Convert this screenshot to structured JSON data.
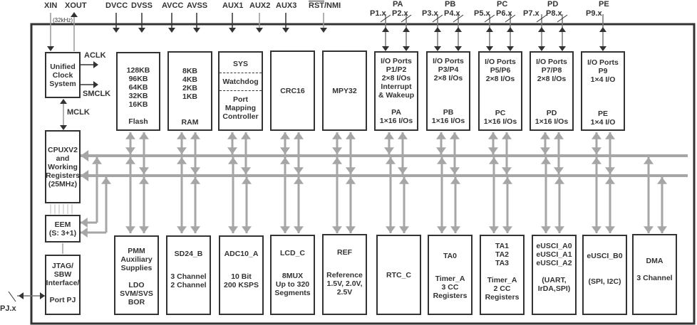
{
  "colors": {
    "outline": "#333333",
    "bus": "#a6a6a6",
    "signal": "#333333"
  },
  "top_pins": {
    "xin": "XIN",
    "xout": "XOUT",
    "freq": "(32kHz)",
    "dvcc": "DVCC",
    "dvss": "DVSS",
    "avcc": "AVCC",
    "avss": "AVSS",
    "aux1": "AUX1",
    "aux2": "AUX2",
    "aux3": "AUX3",
    "rst_bar": "RST",
    "rst_rest": "/NMI"
  },
  "ports": {
    "pa": {
      "name": "PA",
      "p_a": "P1.x",
      "p_b": "P2.x"
    },
    "pb": {
      "name": "PB",
      "p_a": "P3.x",
      "p_b": "P4.x"
    },
    "pc": {
      "name": "PC",
      "p_a": "P5.x",
      "p_b": "P6.x"
    },
    "pd": {
      "name": "PD",
      "p_a": "P7.x",
      "p_b": "P8.x"
    },
    "pe": {
      "name": "PE",
      "p_a": "P9.x"
    },
    "pj": "PJ.x"
  },
  "clock": {
    "lines": [
      "Unified",
      "Clock",
      "System"
    ],
    "aclk": "ACLK",
    "smclk": "SMCLK",
    "mclk": "MCLK"
  },
  "top_blocks": {
    "flash": {
      "sizes": [
        "128KB",
        "96KB",
        "64KB",
        "32KB",
        "16KB"
      ],
      "name": "Flash"
    },
    "ram": {
      "sizes": [
        "8KB",
        "4KB",
        "2KB",
        "1KB"
      ],
      "name": "RAM"
    },
    "sys": {
      "sys": "SYS",
      "watchdog": "Watchdog",
      "pmc": [
        "Port",
        "Mapping",
        "Controller"
      ]
    },
    "crc": "CRC16",
    "mpy": "MPY32",
    "io_pa": {
      "top": [
        "I/O Ports",
        "P1/P2",
        "2×8 I/Os",
        "Interrupt",
        "& Wakeup"
      ],
      "bottom": [
        "PA",
        "1×16 I/Os"
      ]
    },
    "io_pb": {
      "top": [
        "I/O Ports",
        "P3/P4",
        "2×8 I/Os"
      ],
      "bottom": [
        "PB",
        "1×16 I/Os"
      ]
    },
    "io_pc": {
      "top": [
        "I/O Ports",
        "P5/P6",
        "2×8 I/Os"
      ],
      "bottom": [
        "PC",
        "1×16 I/Os"
      ]
    },
    "io_pd": {
      "top": [
        "I/O Ports",
        "P7/P8",
        "2×8 I/Os"
      ],
      "bottom": [
        "PD",
        "1×16 I/Os"
      ]
    },
    "io_pe": {
      "top": [
        "I/O Ports",
        "P9",
        "1×4 I/O"
      ],
      "bottom": [
        "PE",
        "1×4 I/O"
      ]
    }
  },
  "cpu": {
    "lines": [
      "CPUXV2",
      "and",
      "Working",
      "Registers",
      "(25MHz)"
    ]
  },
  "eem": {
    "lines": [
      "EEM",
      "(S: 3+1)"
    ]
  },
  "jtag": {
    "top": [
      "JTAG/",
      "SBW",
      "Interface/"
    ],
    "bottom": [
      "Port PJ"
    ]
  },
  "bottom_blocks": {
    "pmm": {
      "top": [
        "PMM",
        "Auxiliary",
        "Supplies"
      ],
      "bottom": [
        "LDO",
        "SVM/SVS",
        "BOR"
      ]
    },
    "sd24": {
      "top": [
        "SD24_B"
      ],
      "bottom": [
        "3 Channel",
        "2 Channel"
      ]
    },
    "adc": {
      "top": [
        "ADC10_A"
      ],
      "bottom": [
        "10 Bit",
        "200 KSPS"
      ]
    },
    "lcd": {
      "top": [
        "LCD_C"
      ],
      "bottom": [
        "8MUX",
        "Up to 320",
        "Segments"
      ]
    },
    "ref": {
      "top": [
        "REF"
      ],
      "bottom": [
        "Reference",
        "1.5V, 2.0V,",
        "2.5V"
      ]
    },
    "rtc": {
      "top": [
        "RTC_C"
      ]
    },
    "ta0": {
      "top": [
        "TA0"
      ],
      "bottom": [
        "Timer_A",
        "3 CC",
        "Registers"
      ]
    },
    "ta123": {
      "top": [
        "TA1",
        "TA2",
        "TA3"
      ],
      "bottom": [
        "Timer_A",
        "2 CC",
        "Registers"
      ]
    },
    "euscia": {
      "top": [
        "eUSCI_A0",
        "eUSCI_A1",
        "eUSCI_A2"
      ],
      "bottom": [
        "(UART,",
        "IrDA,SPI)"
      ]
    },
    "euscib": {
      "top": [
        "eUSCI_B0"
      ],
      "bottom": [
        "(SPI, I2C)"
      ]
    },
    "dma": {
      "top": [
        "DMA"
      ],
      "bottom": [
        "3 Channel"
      ]
    }
  }
}
